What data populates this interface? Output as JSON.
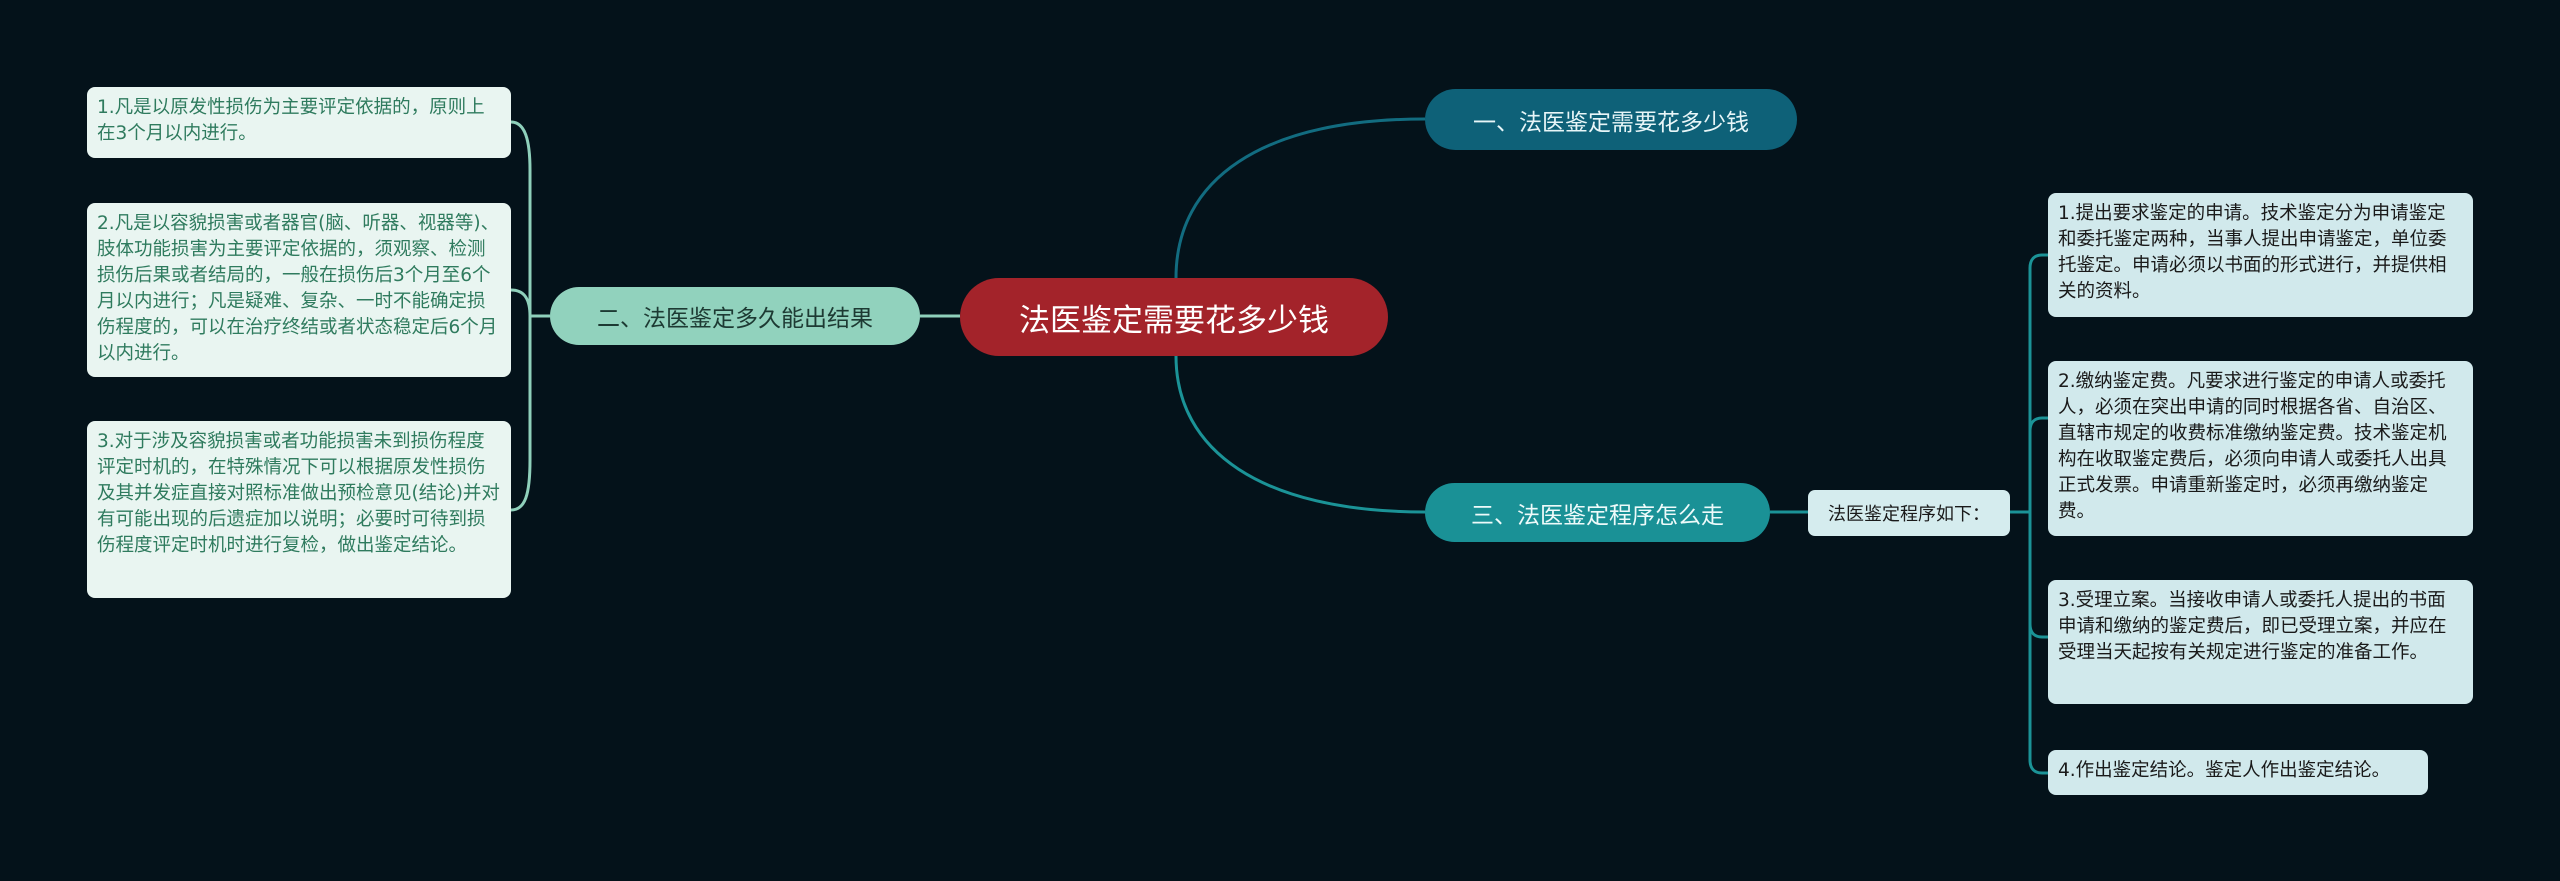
{
  "root": {
    "label": "法医鉴定需要花多少钱",
    "color": "#a3232a"
  },
  "branches": [
    {
      "label": "一、法医鉴定需要花多少钱",
      "color": "#0e6178",
      "side": "right"
    },
    {
      "label": "二、法医鉴定多久能出结果",
      "color": "#91d2bd",
      "side": "left",
      "leaves": [
        "1.凡是以原发性损伤为主要评定依据的，原则上在3个月以内进行。",
        "2.凡是以容貌损害或者器官(脑、听器、视器等)、肢体功能损害为主要评定依据的，须观察、检测损伤后果或者结局的，一般在损伤后3个月至6个月以内进行；凡是疑难、复杂、一时不能确定损伤程度的，可以在治疗终结或者状态稳定后6个月以内进行。",
        "3.对于涉及容貌损害或者功能损害未到损伤程度评定时机的，在特殊情况下可以根据原发性损伤及其并发症直接对照标准做出预检意见(结论)并对有可能出现的后遗症加以说明；必要时可待到损伤程度评定时机时进行复检，做出鉴定结论。"
      ]
    },
    {
      "label": "三、法医鉴定程序怎么走",
      "color": "#1a9196",
      "side": "right",
      "sub": {
        "label": "法医鉴定程序如下：",
        "leaves": [
          "1.提出要求鉴定的申请。技术鉴定分为申请鉴定和委托鉴定两种，当事人提出申请鉴定，单位委托鉴定。申请必须以书面的形式进行，并提供相关的资料。",
          "2.缴纳鉴定费。凡要求进行鉴定的申请人或委托人，必须在突出申请的同时根据各省、自治区、直辖市规定的收费标准缴纳鉴定费。技术鉴定机构在收取鉴定费后，必须向申请人或委托人出具正式发票。申请重新鉴定时，必须再缴纳鉴定费。",
          "3.受理立案。当接收申请人或委托人提出的书面申请和缴纳的鉴定费后，即已受理立案，并应在受理当天起按有关规定进行鉴定的准备工作。",
          "4.作出鉴定结论。鉴定人作出鉴定结论。"
        ]
      }
    }
  ],
  "colors": {
    "background": "#04121a",
    "left_link": "#8fd0bb",
    "right_link_top": "#0f6479",
    "right_link_bottom": "#1a9196"
  }
}
